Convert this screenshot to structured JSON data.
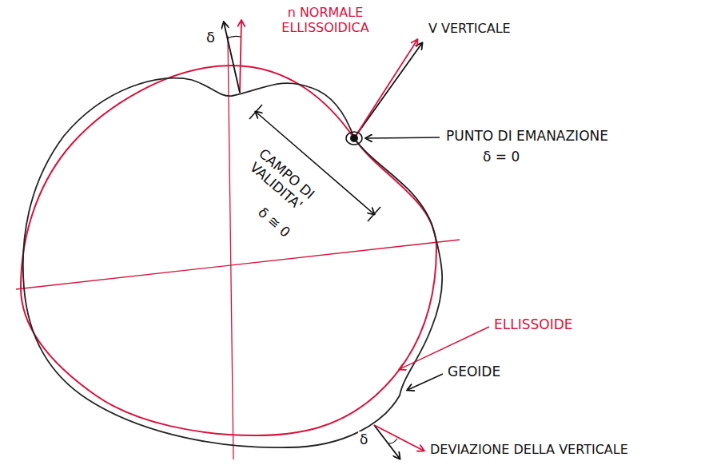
{
  "diagram": {
    "labels": [
      "δ",
      "n NORMALE ELLISSOIDICA",
      "V VERTICALE",
      "PUNTO DI EMANAZIONE",
      "δ = 0",
      "CAMPO DI VALIDITA'",
      "δ ≅ 0",
      "ELLISSOIDE",
      "GEOIDE",
      "δ",
      "DEVIAZIONE DELLA VERTICALE"
    ]
  }
}
